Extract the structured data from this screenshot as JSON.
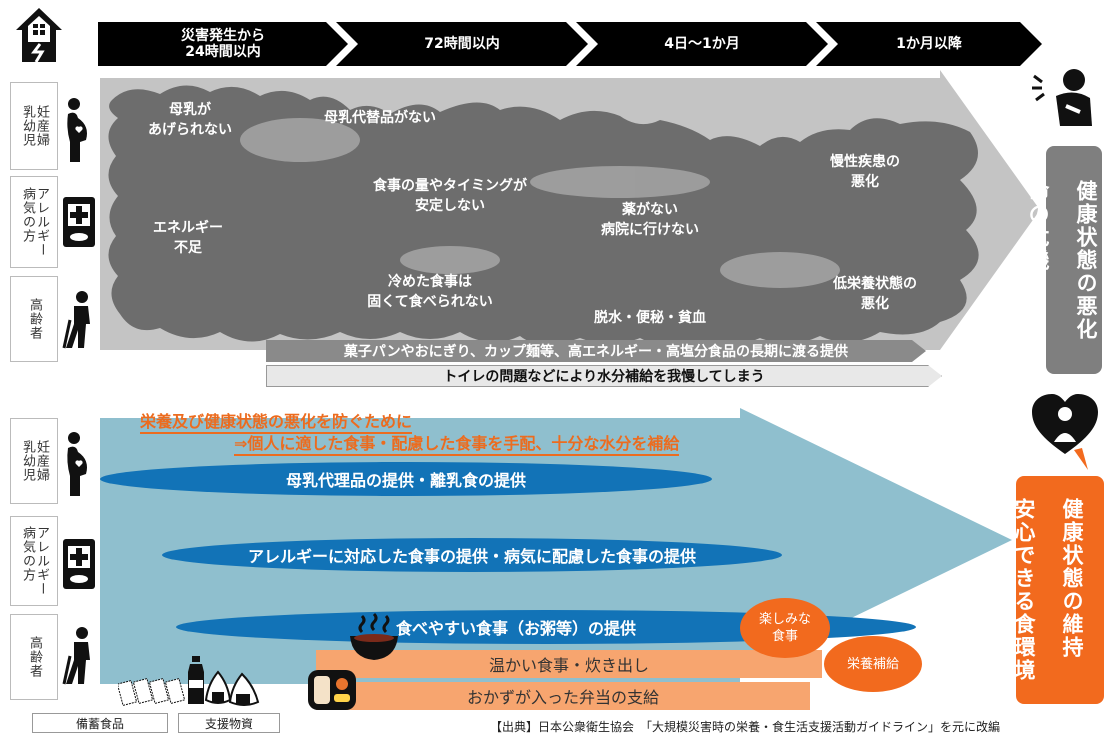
{
  "timeline": {
    "phases": [
      "災害発生から\n24時間以内",
      "72時間以内",
      "4日〜1か月",
      "1か月以降"
    ]
  },
  "groups": {
    "pregnant": "妊産婦\n乳幼児",
    "allergy": "アレルギー\n病気の方",
    "elderly": "高齢者"
  },
  "problems": {
    "clouds": [
      "母乳が\nあげられない",
      "母乳代替品がない",
      "食事の量やタイミングが\n安定しない",
      "エネルギー\n不足",
      "冷めた食事は\n固くて食べられない",
      "薬がない\n病院に行けない",
      "脱水・便秘・貧血",
      "慢性疾患の\n悪化",
      "低栄養状態の\n悪化"
    ],
    "bar1": "菓子パンやおにぎり、カップ麺等、高エネルギー・高塩分食品の長期に渡る提供",
    "bar2": "トイレの問題などにより水分補給を我慢してしまう",
    "outcome_line1": "健康状態の悪化",
    "outcome_line2": "命の危機"
  },
  "solutions": {
    "heading1": "栄養及び健康状態の悪化を防ぐために",
    "heading2": "⇒個人に適した食事・配慮した食事を手配、十分な水分を補給",
    "ovals": [
      "母乳代理品の提供・離乳食の提供",
      "アレルギーに対応した食事の提供・病気に配慮した食事の提供",
      "食べやすい食事（お粥等）の提供"
    ],
    "bars": [
      "温かい食事・炊き出し",
      "おかずが入った弁当の支給"
    ],
    "bubbles": [
      "楽しみな\n食事",
      "栄養補給"
    ],
    "outcome_line1": "健康状態の維持",
    "outcome_line2": "安心できる食環境"
  },
  "supplies": [
    "備蓄食品",
    "支援物資"
  ],
  "source": "【出典】日本公衆衛生協会　「大規模災害時の栄養・食生活支援活動ガイドライン」を元に改編",
  "colors": {
    "upper_arrow": "#c4c4c4",
    "cloud": "#6d6d6d",
    "lower_arrow": "#8fbfce",
    "oval": "#1273b7",
    "orange": "#f26a1e",
    "heading_orange": "#ec6c1f"
  },
  "icons": [
    "house-icon",
    "pregnant-icon",
    "medical-kit-icon",
    "elderly-icon",
    "sick-person-icon",
    "heart-person-icon",
    "rice-bowl-icon",
    "bento-icon",
    "bottle-icon",
    "onigiri-icon",
    "canned-food-icon"
  ]
}
